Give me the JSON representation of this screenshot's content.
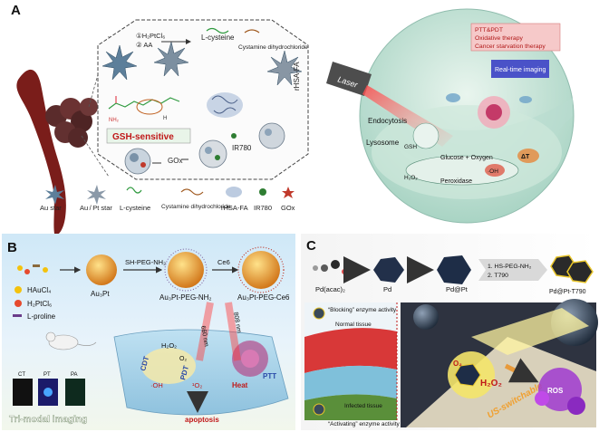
{
  "panel_a": {
    "label": "A",
    "step_reagent_1": "①H₂PtCl₆",
    "step_reagent_2": "② AA",
    "l_cysteine": "L-cysteine",
    "cystamine": "Cystamine dihydrochloride",
    "rhsa_fa": "rHSA-FA",
    "ir780": "IR780",
    "gox": "GOx",
    "gsh_sensitive": "GSH-sensitive",
    "legend": {
      "au_star": "Au star",
      "au_pt_star": "Au / Pt star",
      "l_cysteine": "L-cysteine",
      "cystamine": "Cystamine dihydrochloride",
      "rhsa_fa": "rHSA-FA",
      "ir780": "IR780",
      "gox": "GOx"
    },
    "therapy_box": [
      "PTT&PDT",
      "Oxidative therapy",
      "Cancer starvation therapy"
    ],
    "imaging_box": "Real-time imaging",
    "laser": "Laser",
    "endocytosis": "Endocytosis",
    "lysosome": "Lysosome",
    "gsh": "GSH",
    "glucose_oxygen": "Glucose + Oxygen",
    "peroxidase": "Peroxidase",
    "h2o2": "H₂O₂",
    "oh": "·OH",
    "delta_t": "ΔT"
  },
  "panel_b": {
    "label": "B",
    "haucl4": "HAuCl₄",
    "h2ptcl6": "H₂PtCl₆",
    "l_proline": "L-proline",
    "au3pt": "Au₃Pt",
    "step1": "SH-PEG-NH₂",
    "au3pt_peg_nh2": "Au₃Pt-PEG-NH₂",
    "step2": "Ce6",
    "au3pt_peg_ce6": "Au₃Pt-PEG-Ce6",
    "ct": "CT",
    "pt": "PT",
    "pa": "PA",
    "tri_modal": "Tri-modal imaging",
    "nm_660": "660 nm",
    "nm_808": "808 nm",
    "h2o2": "H₂O₂",
    "o2": "O₂",
    "cdt": "CDT",
    "pdt": "PDT",
    "oh": "·OH",
    "one_o2": "¹O₂",
    "ptt": "PTT",
    "heat": "Heat",
    "apoptosis": "apoptosis"
  },
  "panel_c": {
    "label": "C",
    "pd_acac": "Pd(acac)₂",
    "pd": "Pd",
    "pd_pt": "Pd@Pt",
    "step1": "1. HS-PEG-NH₂",
    "step2": "2. T790",
    "pd_pt_t790": "Pd@Pt-T790",
    "blocking": "“Blocking” enzyme activity",
    "normal_tissue": "Normal tissue",
    "infected_tissue": "Infected tissue",
    "activating": "“Activating” enzyme activity",
    "h2o2": "H₂O₂",
    "o2": "O₂",
    "us_switchable": "US-switchable",
    "ros": "ROS"
  }
}
